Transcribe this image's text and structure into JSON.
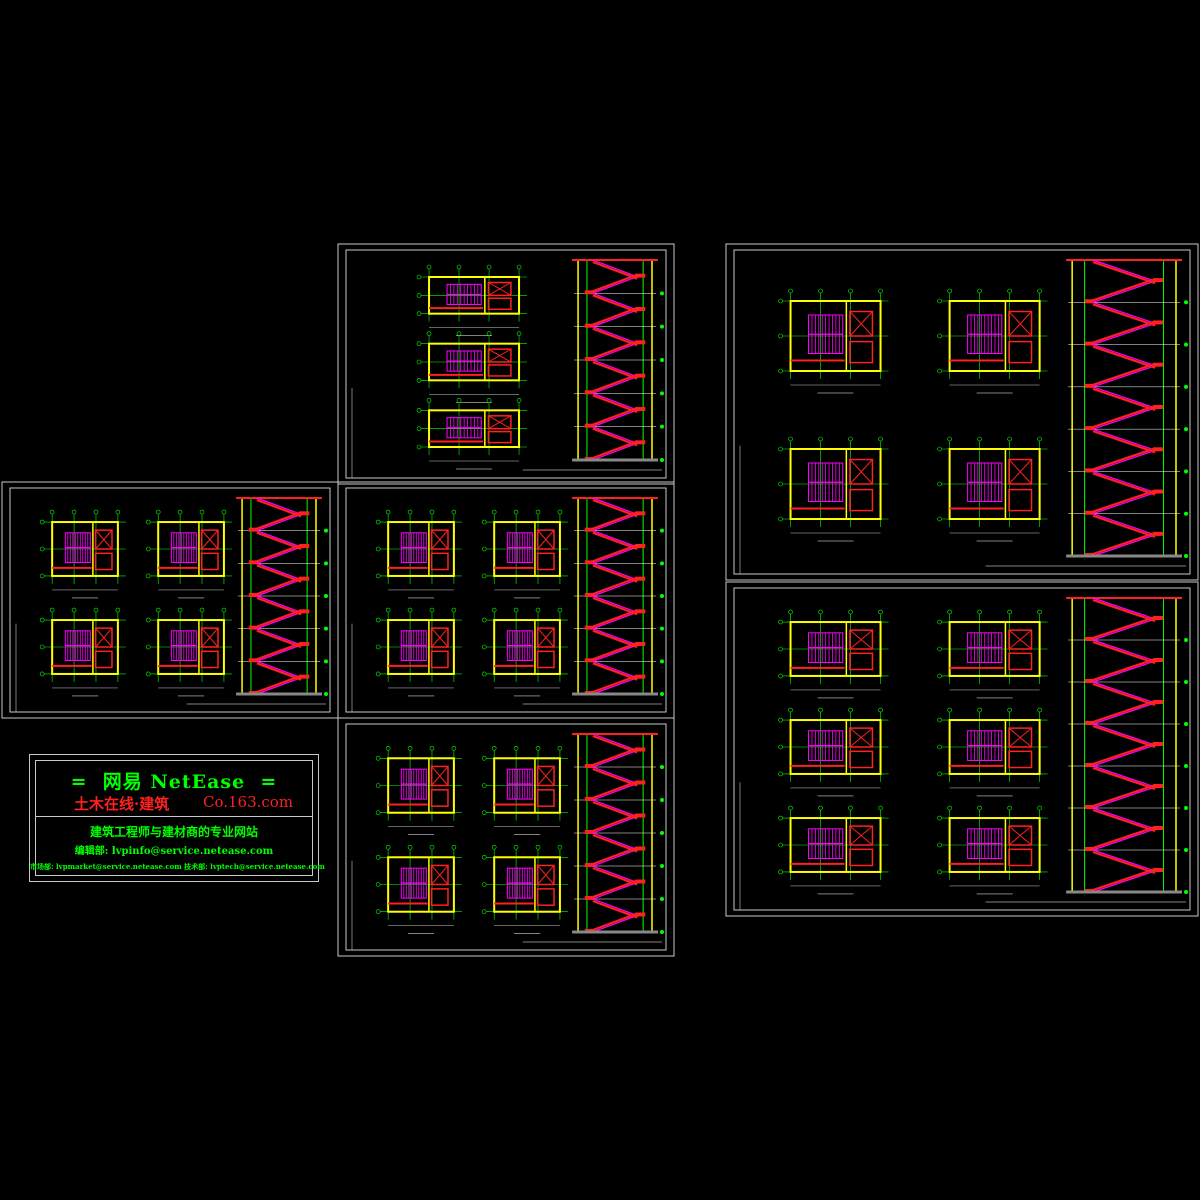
{
  "sheets": [
    {
      "id": "sheet-top-middle",
      "plans": 3,
      "section": "right"
    },
    {
      "id": "sheet-middle-left",
      "plans": 4,
      "section": "right"
    },
    {
      "id": "sheet-middle-center",
      "plans": 4,
      "section": "right"
    },
    {
      "id": "sheet-bottom-center",
      "plans": 4,
      "section": "right"
    },
    {
      "id": "sheet-right-top",
      "plans": 4,
      "section": "right"
    },
    {
      "id": "sheet-right-bottom",
      "plans": 6,
      "section": "right"
    }
  ],
  "colors": {
    "background": "#000000",
    "frame": "#c8c8c8",
    "wall": "#ffff00",
    "grid": "#00ff00",
    "stair": "#ff00ff",
    "landing": "#ff2020",
    "glass": "#00ffff",
    "dim": "#ffffff"
  },
  "titleblock": {
    "line1": "=  网易 NetEase  =",
    "line2_left": "土木在线·建筑",
    "line2_right": "Co.163.com",
    "line3": "建筑工程师与建材商的专业网站",
    "line4": "编辑部: lvpinfo@service.netease.com",
    "line5": "市场部: lvpmarket@service.netease.com  技术部: lvptech@service.netease.com"
  }
}
